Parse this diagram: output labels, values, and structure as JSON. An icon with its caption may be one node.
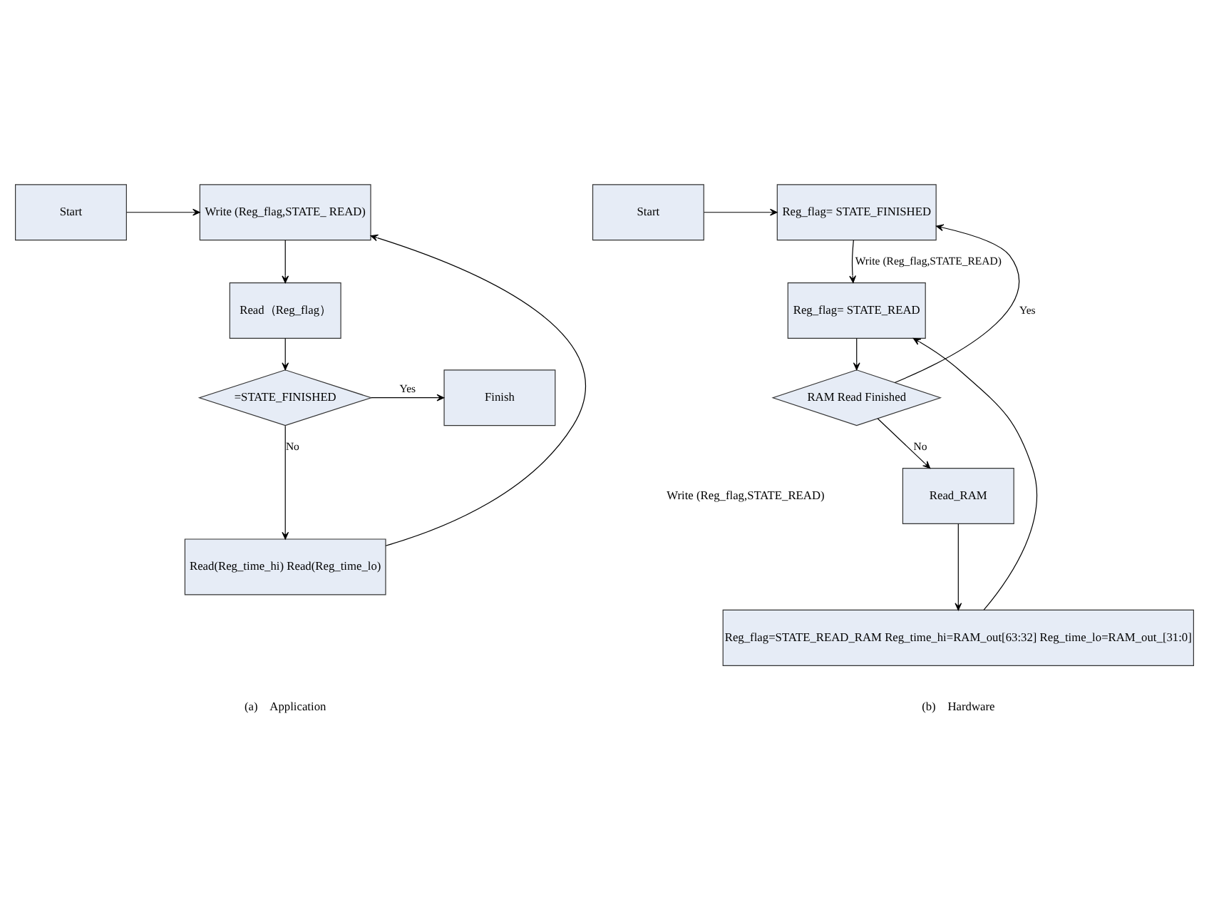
{
  "diagram": {
    "nodes": [
      {
        "text": [
          "Start"
        ]
      },
      {
        "text": [
          "Write (Reg_flag,STATE_ READ)"
        ]
      },
      {
        "text": [
          "Read（Reg_flag）"
        ]
      },
      {
        "text": [
          "=STATE_FINISHED"
        ]
      },
      {
        "text": [
          "Finish"
        ]
      },
      {
        "text": [
          "Read(Reg_time_hi) Read(Reg_time_lo)"
        ]
      },
      {
        "text": [
          "Reg_flag= STATE_FINISHED"
        ]
      },
      {
        "text": [
          "Start"
        ]
      },
      {
        "text": [
          "Reg_flag= STATE_READ"
        ]
      },
      {
        "text": [
          "RAM Read Finished"
        ]
      },
      {
        "text": [
          "Read_RAM"
        ]
      },
      {
        "text": [
          "Reg_flag=STATE_READ_RAM Reg_time_hi=RAM_out[63:32] Reg_time_lo=RAM_out_[31:0]"
        ]
      }
    ],
    "edges": [
      {
        "from": 0,
        "to": 1,
        "arrow": "to"
      },
      {
        "from": 1,
        "to": 2,
        "arrow": "to"
      },
      {
        "from": 2,
        "to": 3,
        "arrow": "to"
      },
      {
        "from": 3,
        "to": 4,
        "arrow": "to",
        "label": "Yes"
      },
      {
        "from": 3,
        "to": 5,
        "arrow": "to",
        "label": "No"
      },
      {
        "from": 5,
        "to": 1,
        "arrow": "to"
      },
      {
        "from": 7,
        "to": 6,
        "arrow": "to"
      },
      {
        "from": 6,
        "to": 8,
        "arrow": "to",
        "label": "Write (Reg_flag,STATE_READ)"
      },
      {
        "from": 8,
        "to": 9,
        "arrow": "to"
      },
      {
        "from": 9,
        "to": 6,
        "arrow": "to",
        "label": "Yes"
      },
      {
        "from": 9,
        "to": 10,
        "arrow": "to",
        "label": "No"
      },
      {
        "from": 10,
        "to": 11,
        "arrow": "to"
      },
      {
        "from": 11,
        "to": 8,
        "arrow": "to"
      }
    ],
    "labels": [
      "Write (Reg_flag,STATE_READ)",
      "(a)    Application",
      "(b)    Hardware"
    ]
  }
}
